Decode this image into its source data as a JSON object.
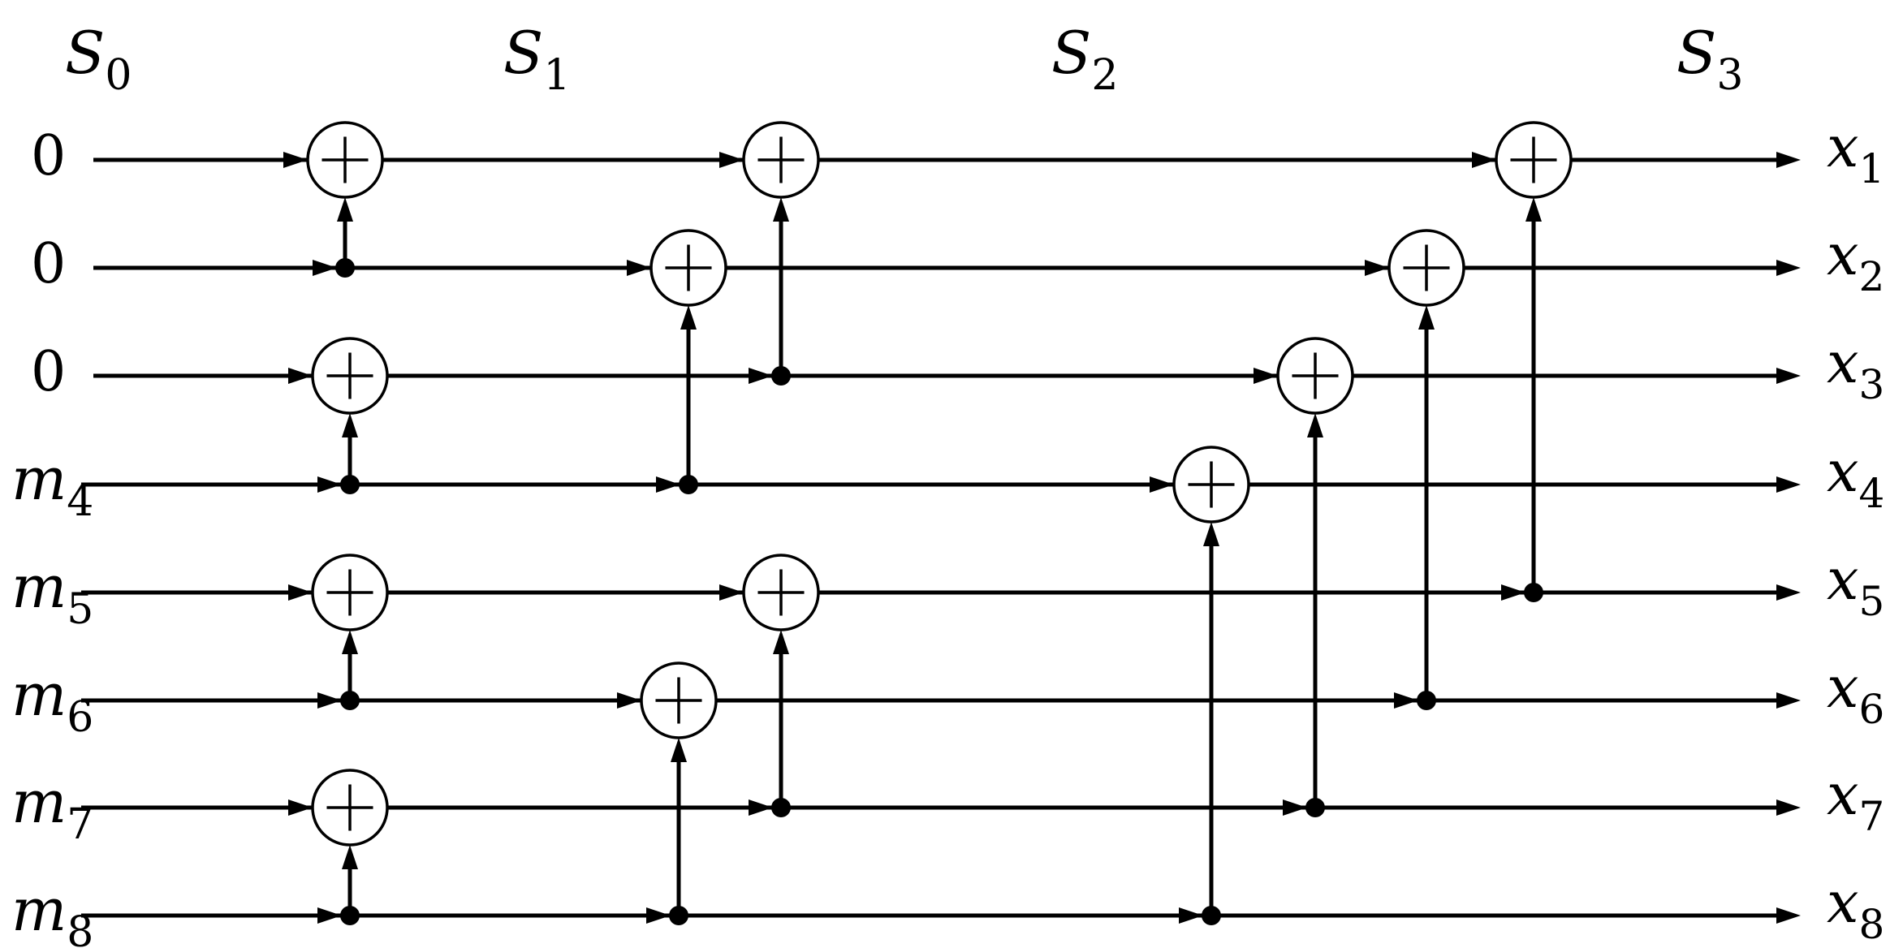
{
  "stages": [
    {
      "id": "s0",
      "base": "S",
      "sub": "0"
    },
    {
      "id": "s1",
      "base": "S",
      "sub": "1"
    },
    {
      "id": "s2",
      "base": "S",
      "sub": "2"
    },
    {
      "id": "s3",
      "base": "S",
      "sub": "3"
    }
  ],
  "inputs": [
    {
      "base": "0",
      "sub": ""
    },
    {
      "base": "0",
      "sub": ""
    },
    {
      "base": "0",
      "sub": ""
    },
    {
      "base": "m",
      "sub": "4"
    },
    {
      "base": "m",
      "sub": "5"
    },
    {
      "base": "m",
      "sub": "6"
    },
    {
      "base": "m",
      "sub": "7"
    },
    {
      "base": "m",
      "sub": "8"
    }
  ],
  "outputs": [
    {
      "base": "x",
      "sub": "1"
    },
    {
      "base": "x",
      "sub": "2"
    },
    {
      "base": "x",
      "sub": "3"
    },
    {
      "base": "x",
      "sub": "4"
    },
    {
      "base": "x",
      "sub": "5"
    },
    {
      "base": "x",
      "sub": "6"
    },
    {
      "base": "x",
      "sub": "7"
    },
    {
      "base": "x",
      "sub": "8"
    }
  ],
  "connections": [
    {
      "from": 2,
      "to": 1
    },
    {
      "from": 4,
      "to": 3
    },
    {
      "from": 6,
      "to": 5
    },
    {
      "from": 8,
      "to": 7
    },
    {
      "from": 4,
      "to": 2
    },
    {
      "from": 3,
      "to": 1
    },
    {
      "from": 8,
      "to": 6
    },
    {
      "from": 7,
      "to": 5
    },
    {
      "from": 8,
      "to": 4
    },
    {
      "from": 7,
      "to": 3
    },
    {
      "from": 6,
      "to": 2
    },
    {
      "from": 5,
      "to": 1
    }
  ]
}
